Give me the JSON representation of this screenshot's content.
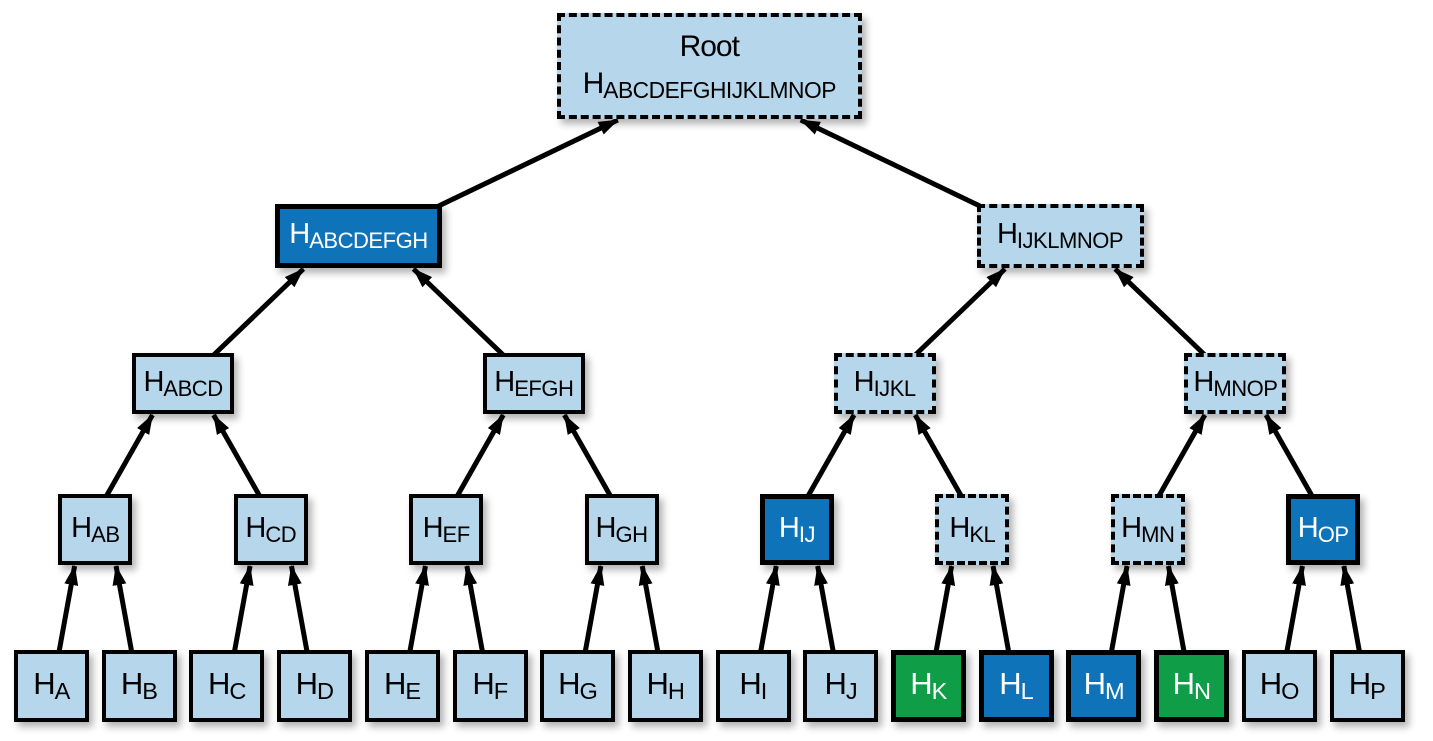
{
  "colors": {
    "background": "#ffffff",
    "node_light_blue": "#b5d6eb",
    "node_dark_blue": "#0e73b8",
    "node_green": "#0f9d47",
    "border_and_arrow_black": "#000000",
    "text_black": "#000000",
    "text_white": "#ffffff"
  },
  "diagram": {
    "hash_symbol": "H",
    "levels": [
      {
        "name": "root",
        "nodes": [
          {
            "title": "Root",
            "sub": "ABCDEFGHIJKLMNOP",
            "style": "light-dashed"
          }
        ]
      },
      {
        "name": "internal-depth-1",
        "nodes": [
          {
            "sub": "ABCDEFGH",
            "style": "dark-solid"
          },
          {
            "sub": "IJKLMNOP",
            "style": "light-dashed"
          }
        ]
      },
      {
        "name": "internal-depth-2",
        "nodes": [
          {
            "sub": "ABCD",
            "style": "light-solid"
          },
          {
            "sub": "EFGH",
            "style": "light-solid"
          },
          {
            "sub": "IJKL",
            "style": "light-dashed"
          },
          {
            "sub": "MNOP",
            "style": "light-dashed"
          }
        ]
      },
      {
        "name": "internal-depth-3",
        "nodes": [
          {
            "sub": "AB",
            "style": "light-solid"
          },
          {
            "sub": "CD",
            "style": "light-solid"
          },
          {
            "sub": "EF",
            "style": "light-solid"
          },
          {
            "sub": "GH",
            "style": "light-solid"
          },
          {
            "sub": "IJ",
            "style": "dark-solid"
          },
          {
            "sub": "KL",
            "style": "light-dashed"
          },
          {
            "sub": "MN",
            "style": "light-dashed"
          },
          {
            "sub": "OP",
            "style": "dark-solid"
          }
        ]
      },
      {
        "name": "leaves",
        "nodes": [
          {
            "sub": "A",
            "style": "light-solid"
          },
          {
            "sub": "B",
            "style": "light-solid"
          },
          {
            "sub": "C",
            "style": "light-solid"
          },
          {
            "sub": "D",
            "style": "light-solid"
          },
          {
            "sub": "E",
            "style": "light-solid"
          },
          {
            "sub": "F",
            "style": "light-solid"
          },
          {
            "sub": "G",
            "style": "light-solid"
          },
          {
            "sub": "H",
            "style": "light-solid"
          },
          {
            "sub": "I",
            "style": "light-solid"
          },
          {
            "sub": "J",
            "style": "light-solid"
          },
          {
            "sub": "K",
            "style": "green-solid"
          },
          {
            "sub": "L",
            "style": "dark-solid"
          },
          {
            "sub": "M",
            "style": "dark-solid"
          },
          {
            "sub": "N",
            "style": "green-solid"
          },
          {
            "sub": "O",
            "style": "light-solid"
          },
          {
            "sub": "P",
            "style": "light-solid"
          }
        ]
      }
    ]
  }
}
